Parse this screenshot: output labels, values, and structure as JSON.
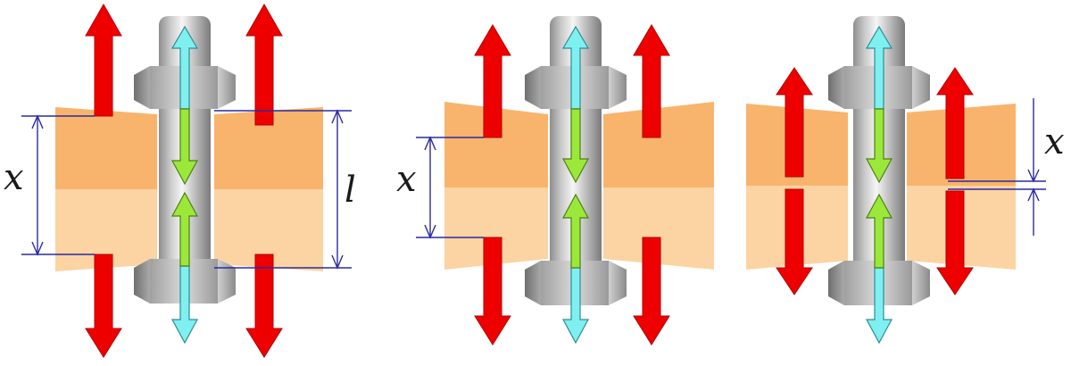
{
  "labels": {
    "panel1_x": "x",
    "panel1_l": "l",
    "panel2_x": "x",
    "panel3_x": "x"
  },
  "colors": {
    "plate_upper": "#F8B46C",
    "plate_lower": "#FCD3A3",
    "plate_wedge": "#FBC68E",
    "bolt_light": "#F2F2F2",
    "bolt_dark": "#8E8E8E",
    "nut_light": "#C4C4C4",
    "nut_dark": "#6F6F6F",
    "force_arrow": "#EE0000",
    "bolt_force_arrow": "#7FEFF0",
    "compression_arrow": "#9BE83A",
    "dimension_line": "#2A2AA0"
  },
  "icons": {
    "plate": "clamped-plate",
    "bolt": "bolt-shank",
    "nut": "hex-nut",
    "external_force": "double-arrow-red",
    "bolt_force": "double-arrow-cyan",
    "plate_compression": "double-arrow-green"
  }
}
